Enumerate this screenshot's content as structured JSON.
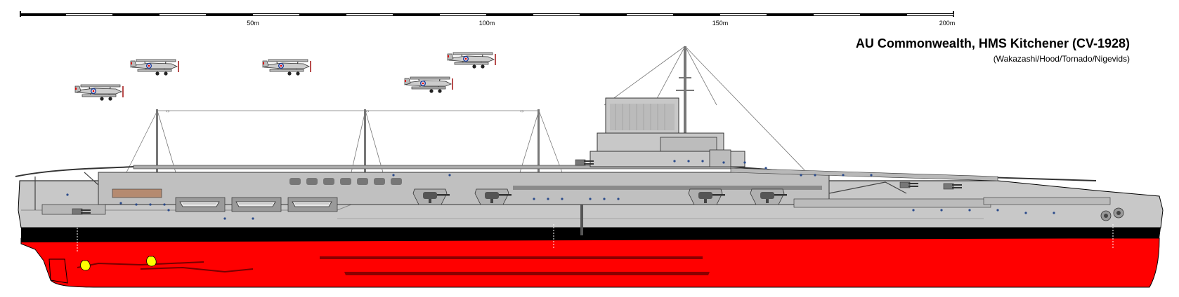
{
  "scale": {
    "ticks": [
      "50m",
      "100m",
      "150m",
      "200m"
    ]
  },
  "title": "AU Commonwealth, HMS Kitchener (CV-1928)",
  "subtitle": "(Wakazashi/Hood/Tornado/Nigevids)",
  "colors": {
    "hull_below_waterline": "#ff0000",
    "hull_grey": "#c8c8c8",
    "boot_topping": "#000000",
    "propeller": "#ffff00"
  },
  "icons": [
    "biplane-icon",
    "propeller-icon",
    "anchor-icon",
    "gun-turret-icon"
  ]
}
